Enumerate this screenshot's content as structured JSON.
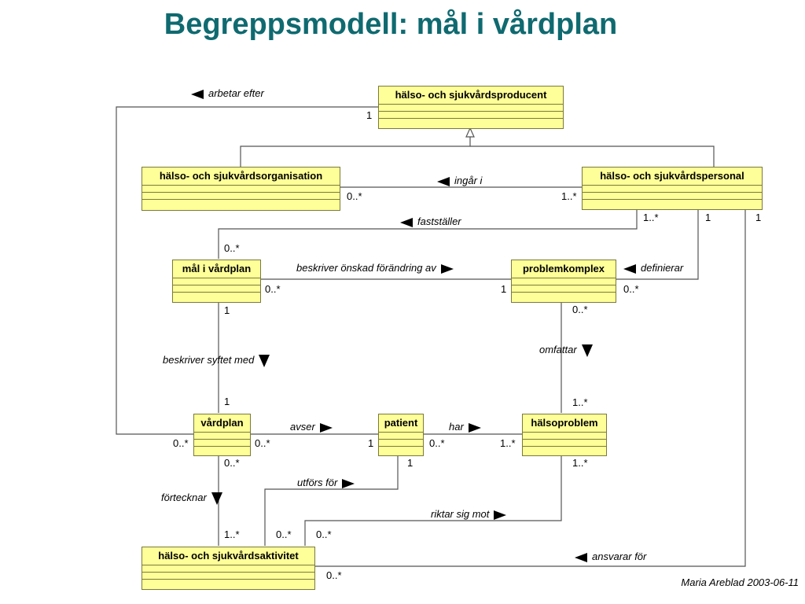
{
  "title": "Begreppsmodell: mål i vårdplan",
  "credit": "Maria Areblad 2003-06-11",
  "classes": {
    "producent": "hälso- och sjukvårdsproducent",
    "organisation": "hälso- och sjukvårdsorganisation",
    "personal": "hälso- och sjukvårdspersonal",
    "mal": "mål i vårdplan",
    "problemkomplex": "problemkomplex",
    "vardplan": "vårdplan",
    "patient": "patient",
    "halsoproblem": "hälsoproblem",
    "aktivitet": "hälso- och sjukvårdsaktivitet"
  },
  "associations": {
    "arbetar_efter": "arbetar efter",
    "ingar_i": "ingår i",
    "faststaller": "fastställer",
    "beskriver_forandring": "beskriver önskad förändring av",
    "definierar": "definierar",
    "beskriver_syftet": "beskriver syftet med",
    "omfattar": "omfattar",
    "avser": "avser",
    "har": "har",
    "utfors_for": "utförs för",
    "forteckna": "förtecknar",
    "riktar_sig_mot": "riktar sig mot",
    "ansvarar_for": "ansvarar för"
  },
  "multiplicities": {
    "m_prod_1": "1",
    "m_org_0n": "0..*",
    "m_pers_1n_ingar": "1..*",
    "m_pers_1n_fast": "1..*",
    "m_pers_1_def": "1",
    "m_pers_1_ansv": "1",
    "m_mal_0n_fast": "0..*",
    "m_mal_0n_besk": "0..*",
    "m_mal_1": "1",
    "m_prob_1": "1",
    "m_prob_0n_def": "0..*",
    "m_prob_0n_omf": "0..*",
    "m_vp_1": "1",
    "m_vp_0n_arb": "0..*",
    "m_vp_0n_avser": "0..*",
    "m_vp_0n_fort": "0..*",
    "m_pat_1_avser": "1",
    "m_pat_0n_har": "0..*",
    "m_pat_1_utf": "1",
    "m_hp_1n_omf": "1..*",
    "m_hp_1n_har": "1..*",
    "m_hp_1n_rikt": "1..*",
    "m_akt_1n": "1..*",
    "m_akt_0n_utf": "0..*",
    "m_akt_0n_rikt": "0..*",
    "m_akt_0n_ansv": "0..*"
  }
}
